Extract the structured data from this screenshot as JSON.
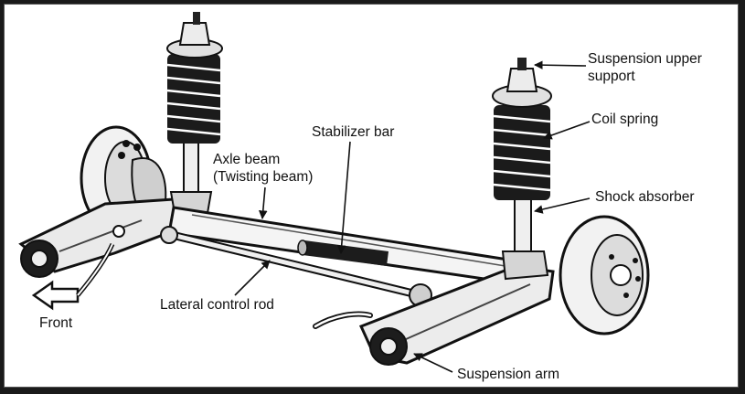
{
  "figure": {
    "labels": {
      "suspension_upper_support_line1": "Suspension upper",
      "suspension_upper_support_line2": "support",
      "coil_spring": "Coil spring",
      "stabilizer_bar": "Stabilizer bar",
      "axle_beam_line1": "Axle beam",
      "axle_beam_line2": "(Twisting beam)",
      "shock_absorber": "Shock absorber",
      "lateral_control_rod": "Lateral control rod",
      "front": "Front",
      "suspension_arm": "Suspension arm"
    }
  }
}
